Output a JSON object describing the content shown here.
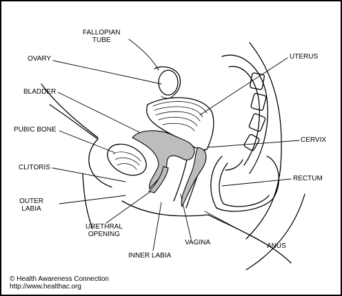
{
  "labels": {
    "fallopian_tube_1": "FALLOPIAN",
    "fallopian_tube_2": "TUBE",
    "ovary": "OVARY",
    "uterus": "UTERUS",
    "bladder": "BLADDER",
    "pubic_bone": "PUBIC BONE",
    "cervix": "CERVIX",
    "clitoris": "CLITORIS",
    "rectum": "RECTUM",
    "outer_labia_1": "OUTER",
    "outer_labia_2": "LABIA",
    "urethral_opening_1": "URETHRAL",
    "urethral_opening_2": "OPENING",
    "vagina": "VAGINA",
    "anus": "ANUS",
    "inner_labia": "INNER LABIA"
  },
  "credit": {
    "line1": "© Health Awareness Connection",
    "line2": "http://www.healthac.org"
  },
  "colors": {
    "ink": "#000000",
    "tissue_shade": "#bdbdbd",
    "background": "#ffffff"
  }
}
